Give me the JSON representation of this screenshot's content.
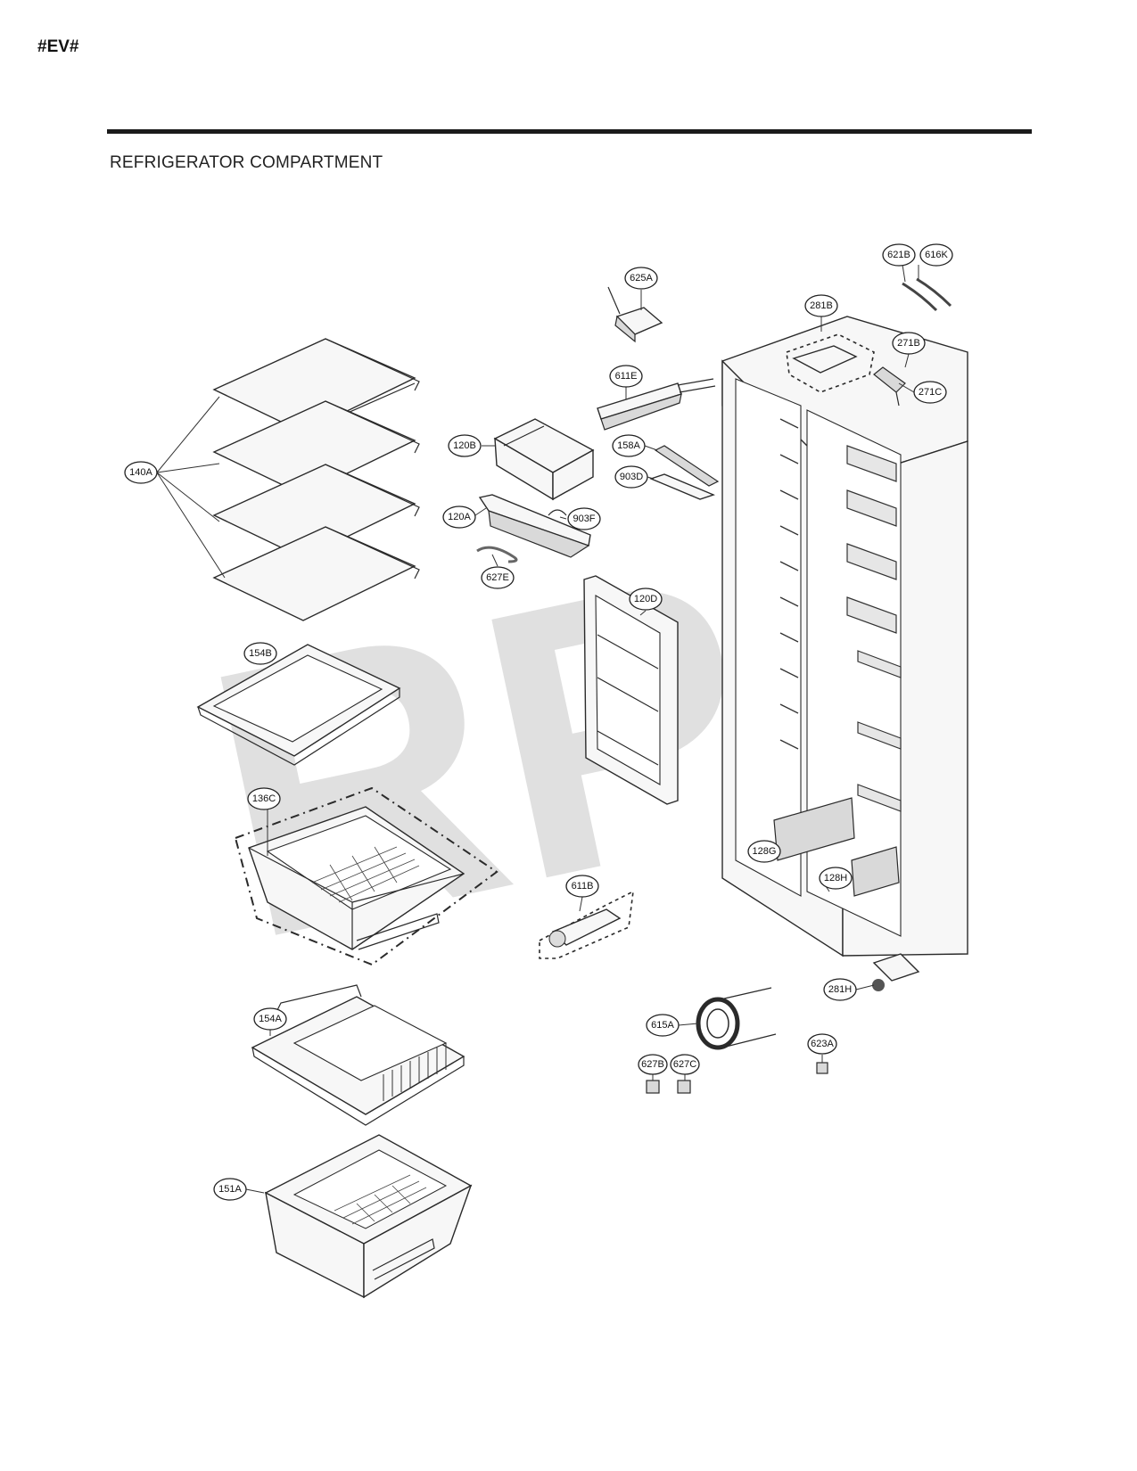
{
  "page": {
    "code_tag": "#EV#",
    "section_title": "REFRIGERATOR COMPARTMENT",
    "watermark": "RPI"
  },
  "callouts": {
    "c625A": "625A",
    "c621B": "621B",
    "c616K": "616K",
    "c281B": "281B",
    "c271B": "271B",
    "c271C": "271C",
    "c611E": "611E",
    "c120B": "120B",
    "c158A": "158A",
    "c903D": "903D",
    "c120A": "120A",
    "c903F": "903F",
    "c627E": "627E",
    "c140A": "140A",
    "c120D": "120D",
    "c154B": "154B",
    "c136C": "136C",
    "c128G": "128G",
    "c128H": "128H",
    "c611B": "611B",
    "c281H": "281H",
    "c154A": "154A",
    "c615A": "615A",
    "c623A": "623A",
    "c627B": "627B",
    "c627C": "627C",
    "c151A": "151A"
  }
}
